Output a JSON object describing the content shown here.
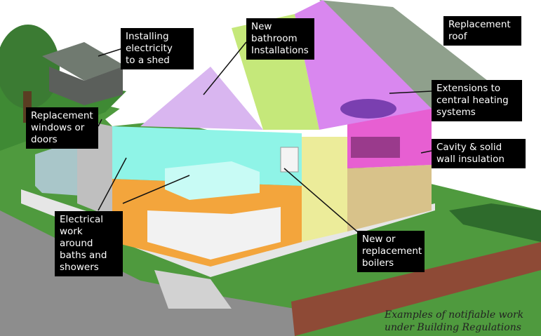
{
  "labels": {
    "shed_electricity": "Installing\nelectricity\nto a shed",
    "bathroom": "New\nbathroom\nInstallations",
    "roof": "Replacement\nroof",
    "heating": "Extensions to\ncentral heating\nsystems",
    "cavity": "Cavity & solid\nwall insulation",
    "windows": "Replacement\nwindows or\ndoors",
    "electrical_baths": "Electrical\nwork around\nbaths and\nshowers",
    "boilers": "New or\nreplacement\nboilers"
  },
  "caption": "Examples of notifiable work\nunder Building Regulations",
  "colors": {
    "label_bg": "#000000",
    "label_text": "#ffffff",
    "lawn": "#4f9a3e",
    "roof": "#8fa08c",
    "wall": "#dcdcdc",
    "brick": "#8e4a36",
    "attic_left": "#d9b6f0",
    "attic_right": "#d987ef",
    "bathroom": "#8ff4e7",
    "kitchen": "#f3a53c",
    "bedroom": "#e75fd2",
    "living": "#d8c28a",
    "hall": "#ecec9a"
  }
}
